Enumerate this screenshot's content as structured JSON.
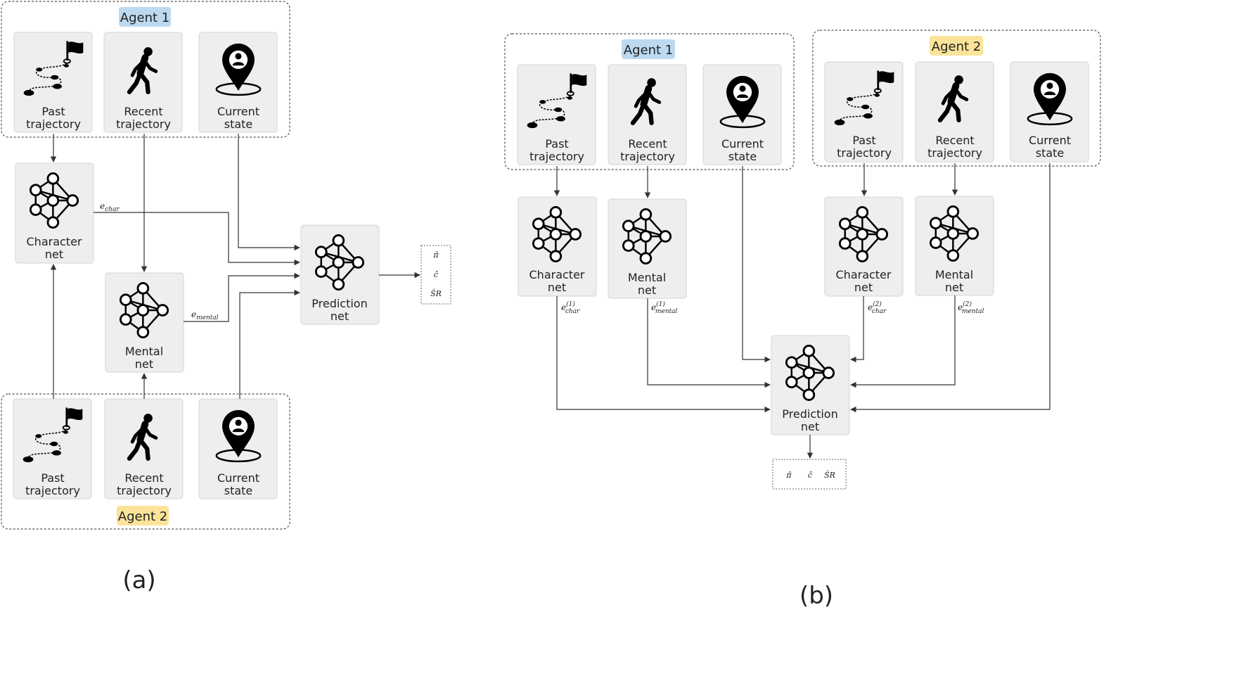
{
  "panels": {
    "a": {
      "caption": "(a)",
      "agent1_badge": "Agent 1",
      "agent2_badge": "Agent 2",
      "past_l1": "Past",
      "past_l2": "trajectory",
      "recent_l1": "Recent",
      "recent_l2": "trajectory",
      "current_l1": "Current",
      "current_l2": "state",
      "char_l1": "Character",
      "char_l2": "net",
      "mental_l1": "Mental",
      "mental_l2": "net",
      "pred_l1": "Prediction",
      "pred_l2": "net",
      "e_char_base": "e",
      "e_char_sub": "char",
      "e_mental_base": "e",
      "e_mental_sub": "mental",
      "out_pi": "π̂",
      "out_c": "ĉ",
      "out_sr": "ŜR"
    },
    "b": {
      "caption": "(b)",
      "agent1_badge": "Agent 1",
      "agent2_badge": "Agent 2",
      "past_l1": "Past",
      "past_l2": "trajectory",
      "recent_l1": "Recent",
      "recent_l2": "trajectory",
      "current_l1": "Current",
      "current_l2": "state",
      "char_l1": "Character",
      "char_l2": "net",
      "mental_l1": "Mental",
      "mental_l2": "net",
      "pred_l1": "Prediction",
      "pred_l2": "net",
      "e1_char_base": "e",
      "e1_char_sup": "(1)",
      "e1_char_sub": "char",
      "e1_mental_base": "e",
      "e1_mental_sup": "(1)",
      "e1_mental_sub": "mental",
      "e2_char_base": "e",
      "e2_char_sup": "(2)",
      "e2_char_sub": "char",
      "e2_mental_base": "e",
      "e2_mental_sup": "(2)",
      "e2_mental_sub": "mental",
      "out_pi": "π̂",
      "out_c": "ĉ",
      "out_sr": "ŜR"
    }
  },
  "colors": {
    "agent1_badge": "#bcd9f0",
    "agent2_badge": "#fbe49a",
    "card": "#eeeeee"
  },
  "icons": [
    "flag-path-icon",
    "walking-person-icon",
    "location-pin-icon",
    "neural-network-icon"
  ]
}
